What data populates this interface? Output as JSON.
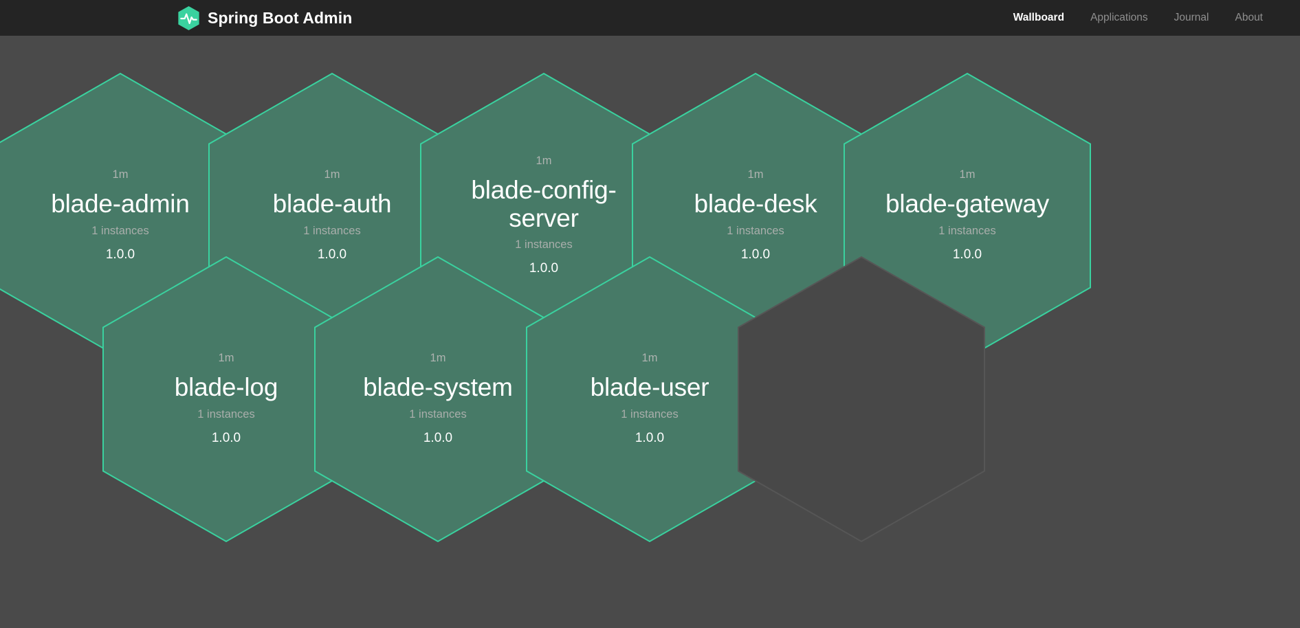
{
  "theme": {
    "page_background": "#4a4a4a",
    "navbar_background": "#242424",
    "accent": "#3ad29f",
    "hex_fill": "#477a67",
    "hex_border": "#3ad29f",
    "empty_hex_fill": "#484848",
    "empty_hex_border": "#565656",
    "muted_text": "#a9aeab",
    "primary_text": "#ffffff"
  },
  "navbar": {
    "logo_icon": "heartbeat-hexagon-icon",
    "title": "Spring Boot Admin",
    "links": [
      {
        "label": "Wallboard",
        "active": true
      },
      {
        "label": "Applications",
        "active": false
      },
      {
        "label": "Journal",
        "active": false
      },
      {
        "label": "About",
        "active": false
      }
    ]
  },
  "wallboard": {
    "applications": [
      {
        "name": "blade-admin",
        "status_age": "1m",
        "instances": "1 instances",
        "version": "1.0.0",
        "row": 0,
        "col": 0,
        "empty": false
      },
      {
        "name": "blade-auth",
        "status_age": "1m",
        "instances": "1 instances",
        "version": "1.0.0",
        "row": 0,
        "col": 1,
        "empty": false
      },
      {
        "name": "blade-config-server",
        "status_age": "1m",
        "instances": "1 instances",
        "version": "1.0.0",
        "row": 0,
        "col": 2,
        "empty": false
      },
      {
        "name": "blade-desk",
        "status_age": "1m",
        "instances": "1 instances",
        "version": "1.0.0",
        "row": 0,
        "col": 3,
        "empty": false
      },
      {
        "name": "blade-gateway",
        "status_age": "1m",
        "instances": "1 instances",
        "version": "1.0.0",
        "row": 0,
        "col": 4,
        "empty": false
      },
      {
        "name": "blade-log",
        "status_age": "1m",
        "instances": "1 instances",
        "version": "1.0.0",
        "row": 1,
        "col": 0,
        "empty": false
      },
      {
        "name": "blade-system",
        "status_age": "1m",
        "instances": "1 instances",
        "version": "1.0.0",
        "row": 1,
        "col": 1,
        "empty": false
      },
      {
        "name": "blade-user",
        "status_age": "1m",
        "instances": "1 instances",
        "version": "1.0.0",
        "row": 1,
        "col": 2,
        "empty": false
      },
      {
        "name": "",
        "status_age": "",
        "instances": "",
        "version": "",
        "row": 1,
        "col": 3,
        "empty": true
      }
    ]
  }
}
